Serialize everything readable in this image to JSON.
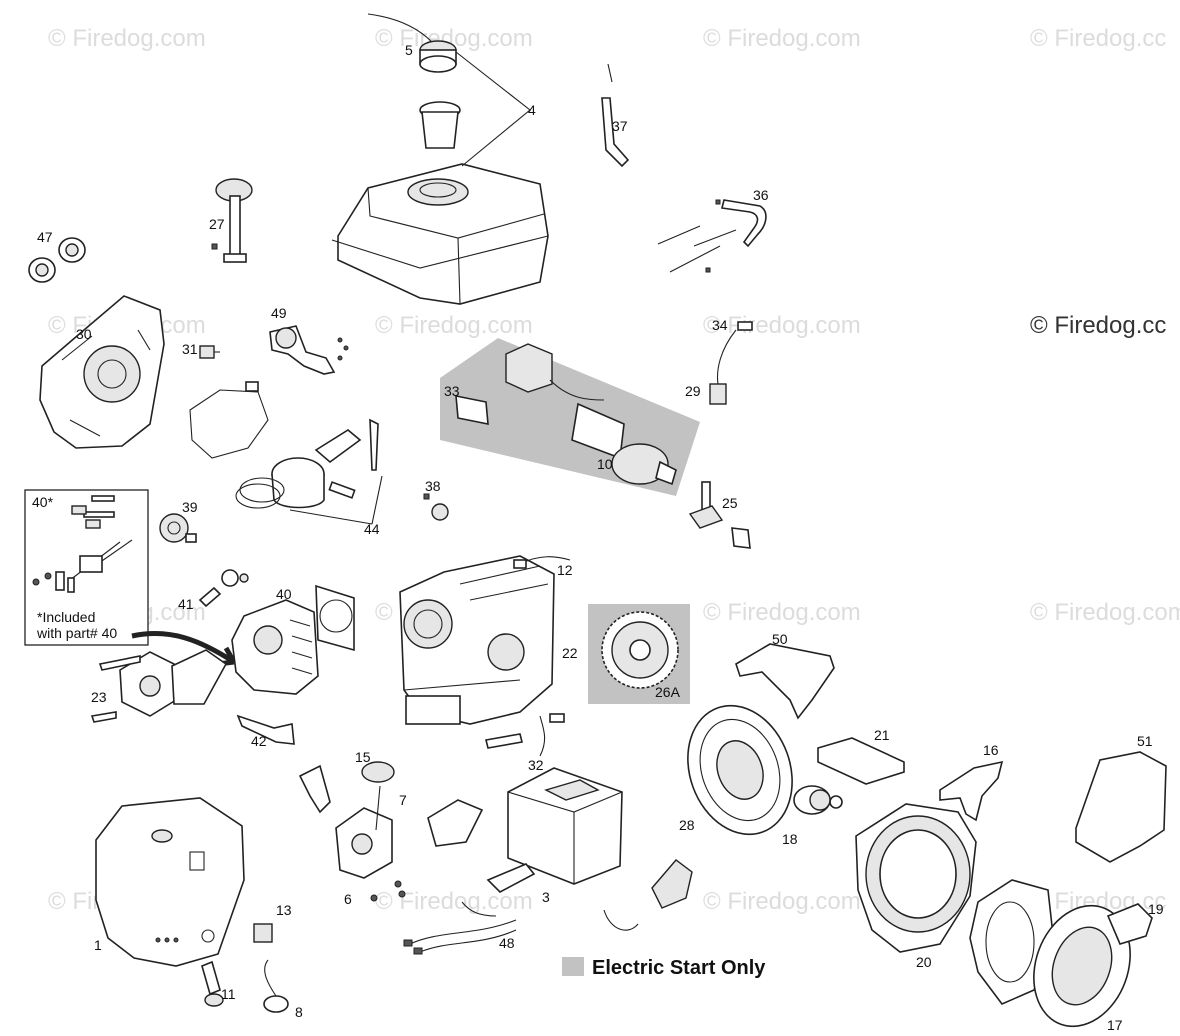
{
  "watermarks": [
    "© Firedog.com",
    "© Firedog.com",
    "© Firedog.com",
    "© Firedog.cc",
    "© Firedog.com",
    "© Firedog.com",
    "© Firedog.com",
    "© Firedog.cc",
    "© Firedog.com",
    "© Firedog.com",
    "© Firedog.com",
    "© Firedog.com",
    "© Firedog.com",
    "© Firedog.com",
    "© Firedog.com",
    "© Firedog.cc"
  ],
  "callouts": {
    "n1": "1",
    "n3": "3",
    "n4": "4",
    "n5": "5",
    "n6": "6",
    "n7": "7",
    "n8": "8",
    "n10": "10",
    "n11": "11",
    "n12": "12",
    "n13": "13",
    "n15": "15",
    "n16": "16",
    "n17": "17",
    "n18": "18",
    "n19": "19",
    "n20": "20",
    "n21": "21",
    "n22": "22",
    "n23": "23",
    "n25": "25",
    "n26a": "26A",
    "n27": "27",
    "n28": "28",
    "n29": "29",
    "n30": "30",
    "n31": "31",
    "n32": "32",
    "n33": "33",
    "n34": "34",
    "n36": "36",
    "n37": "37",
    "n38": "38",
    "n39": "39",
    "n40": "40",
    "n40star": "40*",
    "n41": "41",
    "n42": "42",
    "n44": "44",
    "n47": "47",
    "n48": "48",
    "n49": "49",
    "n50": "50",
    "n51": "51"
  },
  "inset_note": {
    "line1": "*Included",
    "line2": "with part# 40"
  },
  "legend": {
    "label": "Electric Start Only",
    "swatch_color": "#c2c2c2"
  },
  "colors": {
    "line": "#222222",
    "shade": "#c2c2c2",
    "watermark": "#dcdcdc"
  }
}
